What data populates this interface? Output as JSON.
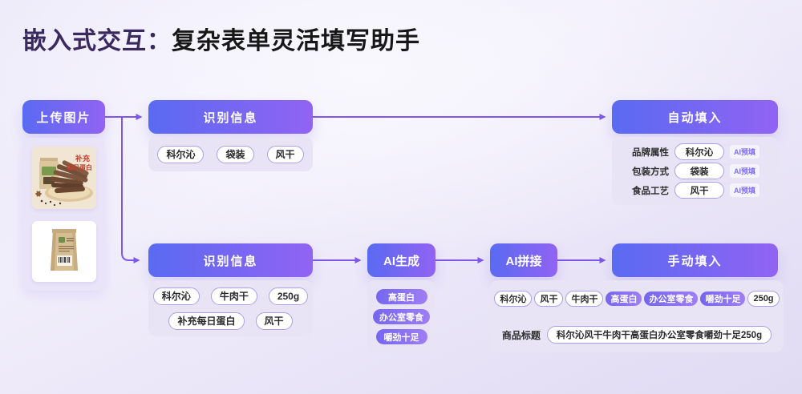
{
  "title": {
    "prefix": "嵌入式交互：",
    "main": "复杂表单灵活填写助手"
  },
  "colors": {
    "node_gradient_start": "#5a6af2",
    "node_gradient_end": "#9163f3",
    "arrow": "#7c58ee",
    "pill_border": "#aaa0e6",
    "badge_text": "#7f6ef0",
    "panel_bg": "#e8e4f6",
    "title_prefix": "#39295e"
  },
  "upload": {
    "label": "上传图片"
  },
  "product_card": {
    "photo1_caption_line1": "补充",
    "photo1_caption_line2": "每日蛋白"
  },
  "flow_top": {
    "recognize": {
      "label": "识别信息",
      "tags": [
        "科尔沁",
        "袋装",
        "风干"
      ]
    },
    "autofill": {
      "label": "自动填入",
      "fields": [
        {
          "name": "品牌属性",
          "value": "科尔沁",
          "badge": "AI预填"
        },
        {
          "name": "包装方式",
          "value": "袋装",
          "badge": "AI预填"
        },
        {
          "name": "食品工艺",
          "value": "风干",
          "badge": "AI预填"
        }
      ]
    }
  },
  "flow_bottom": {
    "recognize": {
      "label": "识别信息",
      "tags_row1": [
        "科尔沁",
        "牛肉干",
        "250g"
      ],
      "tags_row2": [
        "补充每日蛋白",
        "风干"
      ]
    },
    "ai_generate": {
      "label": "AI生成",
      "tags": [
        "高蛋白",
        "办公室零食",
        "嚼劲十足"
      ]
    },
    "ai_join": {
      "label": "AI拼接"
    },
    "manual_fill": {
      "label": "手动填入"
    },
    "result": {
      "tags": [
        {
          "text": "科尔沁",
          "type": "plain"
        },
        {
          "text": "风干",
          "type": "plain"
        },
        {
          "text": "牛肉干",
          "type": "plain"
        },
        {
          "text": "高蛋白",
          "type": "filled"
        },
        {
          "text": "办公室零食",
          "type": "filled"
        },
        {
          "text": "嚼劲十足",
          "type": "filled"
        },
        {
          "text": "250g",
          "type": "plain"
        }
      ],
      "title_label": "商品标题",
      "title_value": "科尔沁风干牛肉干高蛋白办公室零食嚼劲十足250g"
    }
  }
}
